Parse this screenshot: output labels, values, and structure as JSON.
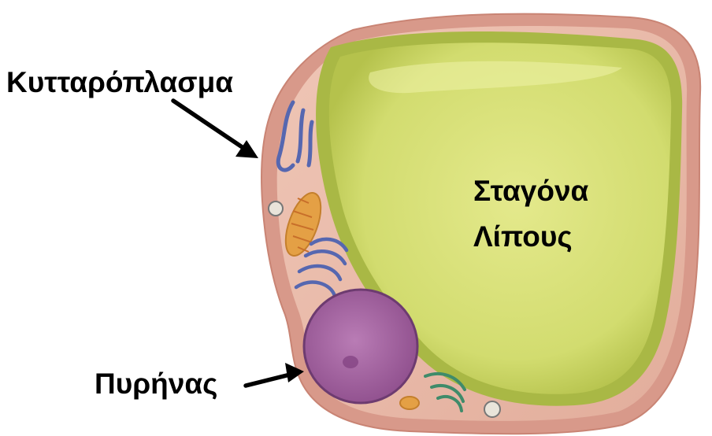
{
  "labels": {
    "cytoplasm": "Κυτταρόπλασμα",
    "lipid_droplet_line1": "Σταγόνα",
    "lipid_droplet_line2": "Λίπους",
    "nucleus": "Πυρήνας"
  },
  "colors": {
    "cell_membrane": "#d99c8a",
    "cytoplasm": "#ebbfae",
    "lipid_droplet_rim": "#a8b943",
    "lipid_droplet_fill": "#d8e07a",
    "nucleus": "#a96aa6",
    "golgi_er": "#5b6cb6",
    "mitochondria": "#e3a24b"
  }
}
